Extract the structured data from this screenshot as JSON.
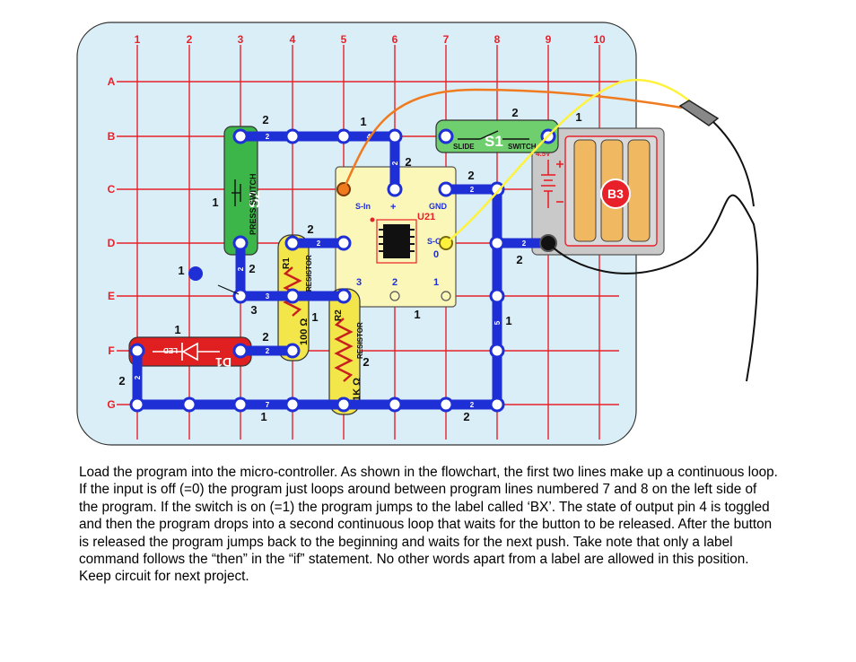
{
  "grid": {
    "columns": [
      "1",
      "2",
      "3",
      "4",
      "5",
      "6",
      "7",
      "8",
      "9",
      "10"
    ],
    "rows": [
      "A",
      "B",
      "C",
      "D",
      "E",
      "F",
      "G"
    ]
  },
  "components": {
    "s2": {
      "ref": "S2",
      "name": "PRESS SWITCH"
    },
    "s1": {
      "ref": "S1",
      "name_left": "SLIDE",
      "name_right": "SWITCH"
    },
    "r1": {
      "ref": "R1",
      "name": "RESISTOR",
      "value": "100 Ω"
    },
    "r2": {
      "ref": "R2",
      "name": "RESISTOR",
      "value": "1K Ω"
    },
    "d1": {
      "ref": "D1",
      "name": "LED"
    },
    "u21": {
      "ref": "U21",
      "pin_s_in": "S-In",
      "pin_plus": "+",
      "pin_gnd": "GND",
      "pin_s_out": "S-Out",
      "pin_0": "0",
      "pin_3": "3",
      "pin_2": "2",
      "pin_1": "1"
    },
    "b3": {
      "ref": "B3",
      "voltage": "4.5V"
    }
  },
  "level_labels": {
    "b_left_2": "2",
    "b_mid_1": "1",
    "b_right_2": "2",
    "b_right_1": "1",
    "c_left_1": "1",
    "u_plus_2": "2",
    "u_gnd_2": "2",
    "d_r1_2": "2",
    "d_batt_2": "2",
    "e_left_1": "1",
    "e_left_2": "2",
    "e_left_3": "3",
    "f_left_1": "1",
    "f_left_2": "2",
    "f_r1_1": "1",
    "f_right_1": "1",
    "f_r2_2": "2",
    "g_left_2": "2",
    "g_bot_1": "1",
    "g_bot_2": "2",
    "u_bot_1": "1"
  },
  "wire_labels": {
    "b_2": "2",
    "b_4": "4",
    "c_2": "2",
    "d_2": "2",
    "d_4": "4",
    "d_batt_2": "2",
    "e_3": "3",
    "e_2": "2",
    "f_2": "2",
    "f_left_2": "2",
    "g_7": "7",
    "g_2": "2",
    "v_2": "2",
    "v_5": "5",
    "b_e_2": "2"
  },
  "colors": {
    "background_board": "#d9eef7",
    "grid": "#e8202a",
    "snap_wire": "#1f2fd6",
    "press_switch": "#3cb649",
    "slide_switch": "#6fcf6f",
    "resistor_body": "#f2e64a",
    "module_body": "#fbf7b8",
    "led": "#e02020",
    "battery_case": "#c9c9c9",
    "battery_cell": "#f0b860",
    "wire_orange": "#f07a1e",
    "wire_yellow": "#fff23c",
    "wire_black": "#111111"
  },
  "caption": "Load the program into the micro-controller. As shown in the flowchart, the first two lines make up a continuous loop. If the input is off (=0) the program just loops around between program lines numbered 7 and 8 on the left side of the program. If the switch is on (=1) the program jumps to the label called ‘BX’. The state of output pin 4 is toggled and then the program drops into a second continuous loop that waits for the button to be released. After the button is released the program jumps back to the beginning and waits for the next push. Take note that only a label command follows the “then” in the “if” statement. No other words apart from a label are allowed in this position. Keep circuit for next project."
}
